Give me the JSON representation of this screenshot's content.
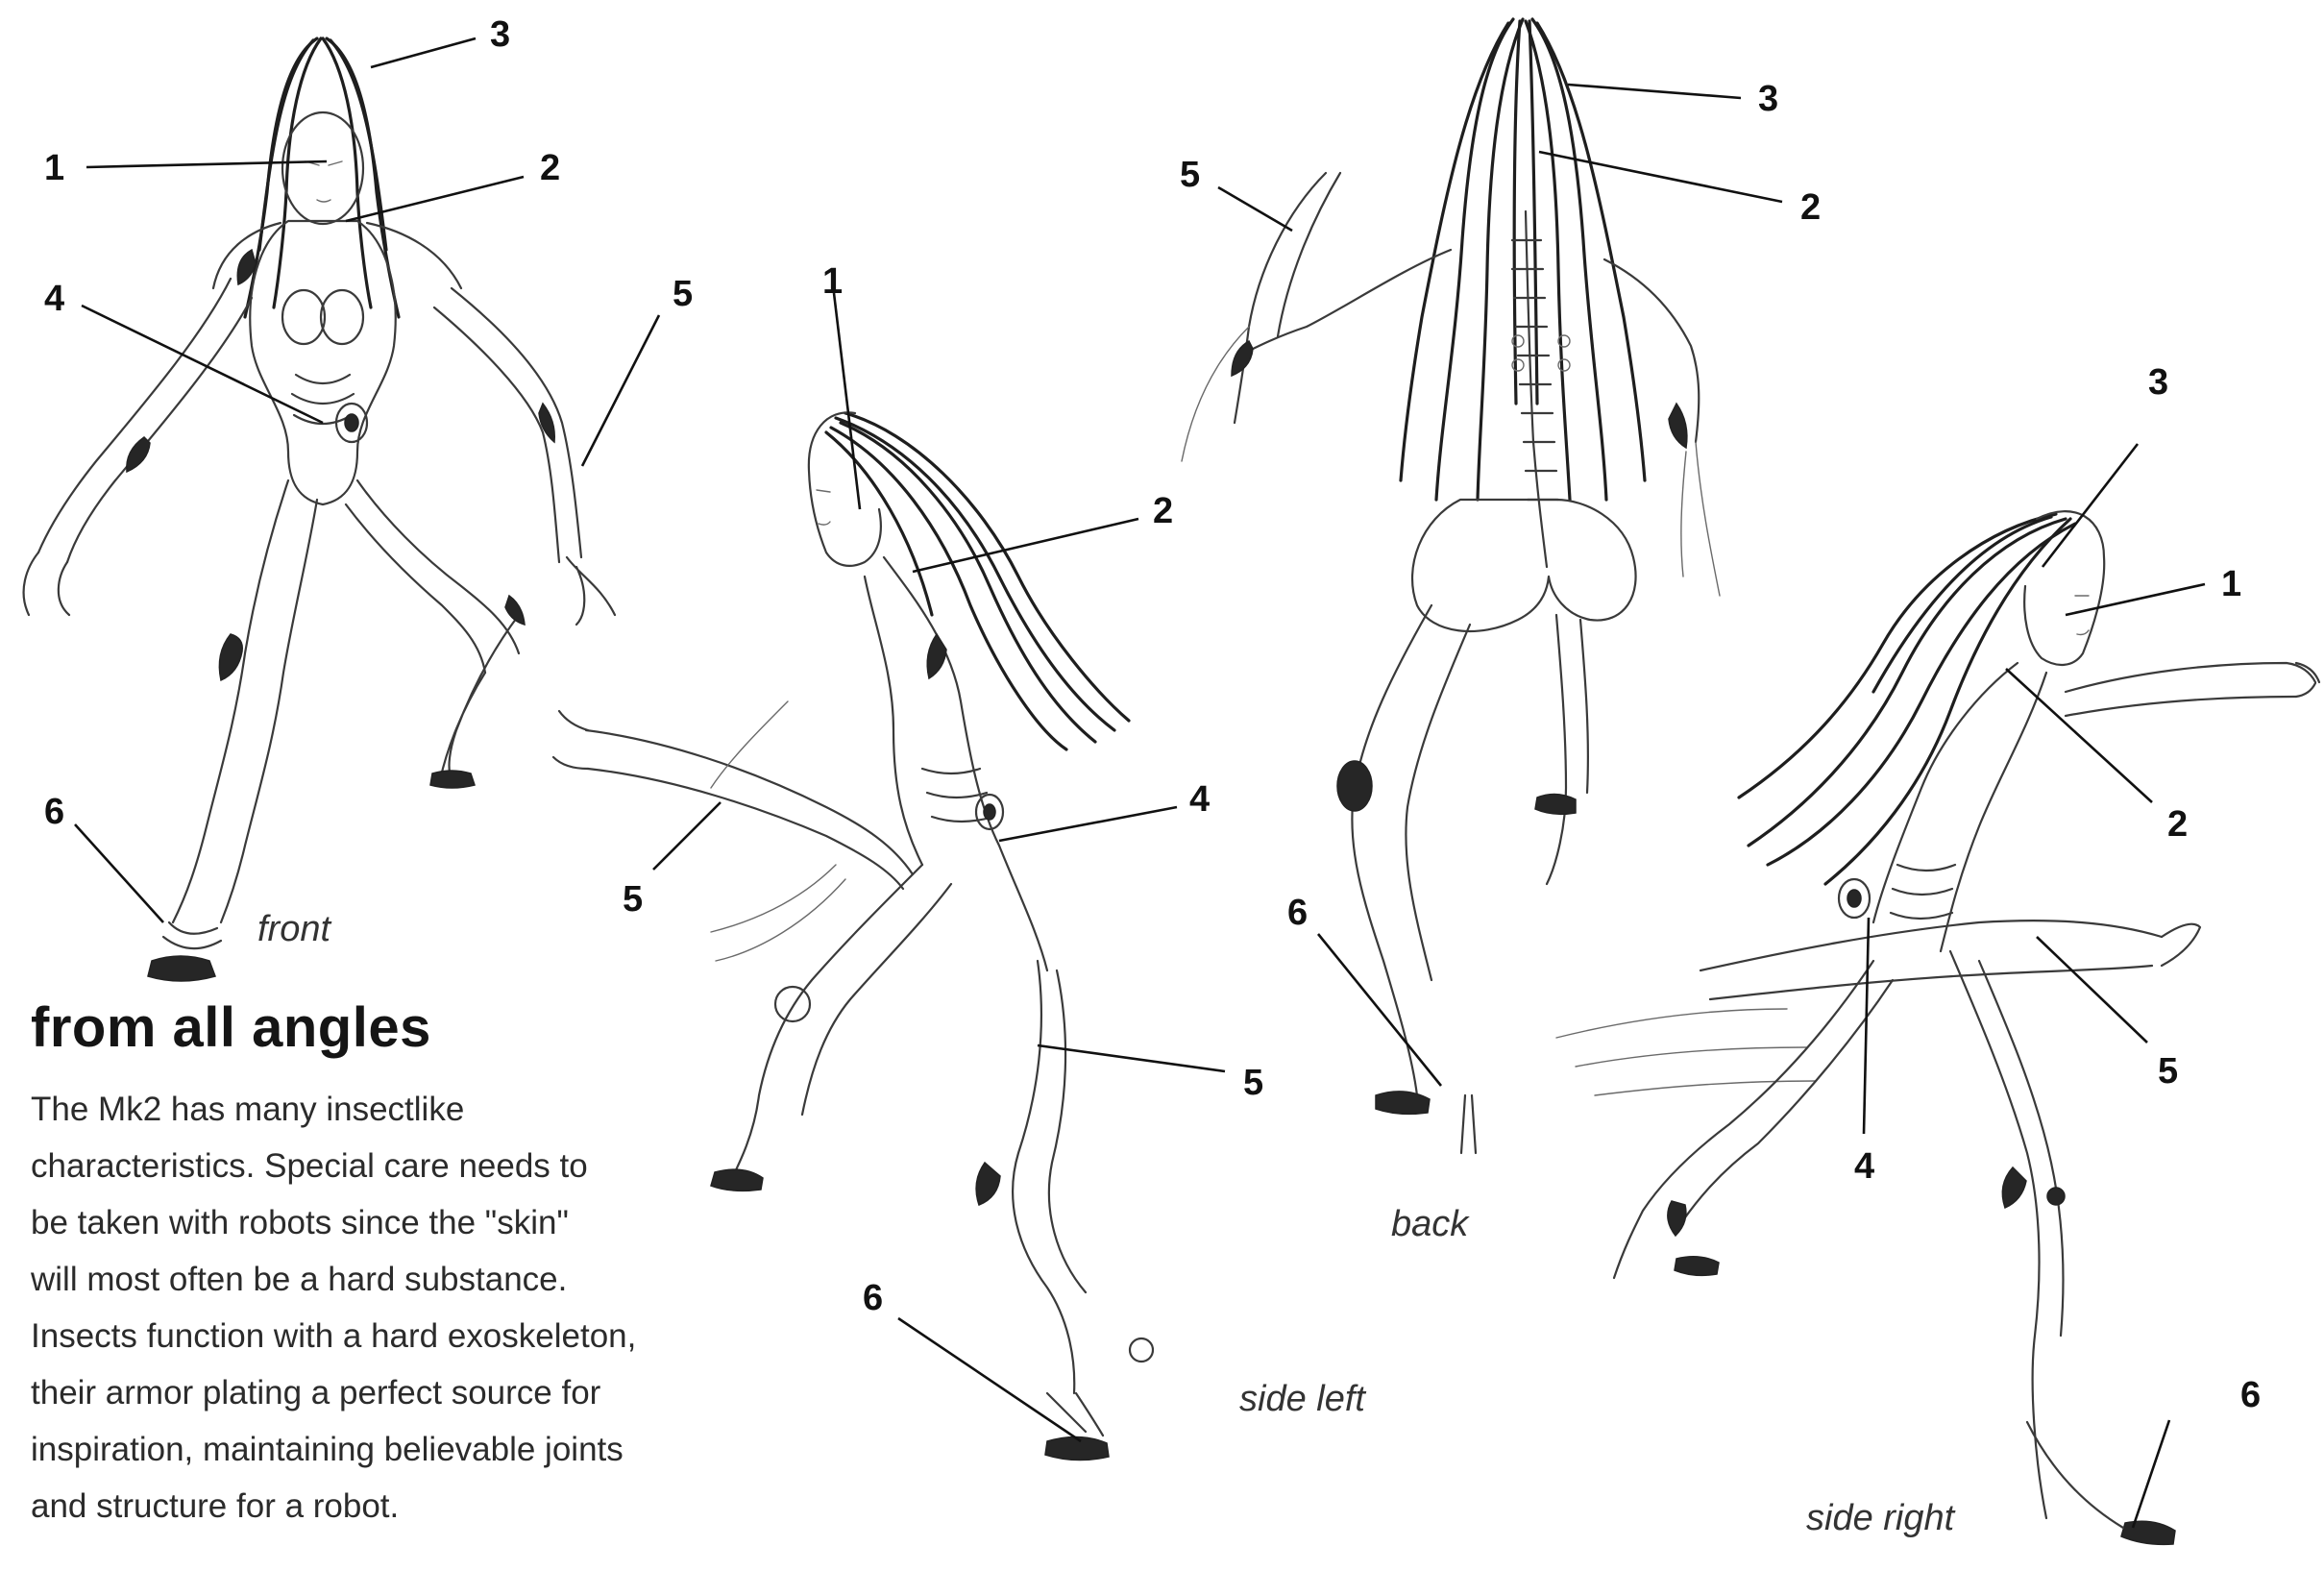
{
  "heading": "from all angles",
  "body_lines": [
    "The Mk2 has many insectlike",
    "characteristics. Special care needs to",
    "be taken with robots since the \"skin\"",
    "will most often be a hard substance.",
    "Insects function with a hard exoskeleton,",
    "their armor plating a perfect source for",
    "inspiration, maintaining believable joints",
    "and structure for a robot."
  ],
  "views": {
    "front": "front",
    "side_left": "side left",
    "back": "back",
    "side_right": "side right"
  },
  "callouts": {
    "front": [
      "3",
      "1",
      "2",
      "4",
      "5",
      "6"
    ],
    "side_left": [
      "1",
      "2",
      "4",
      "5",
      "5",
      "6"
    ],
    "back": [
      "3",
      "5",
      "2",
      "6"
    ],
    "side_right": [
      "3",
      "1",
      "2",
      "5",
      "4",
      "6"
    ]
  }
}
